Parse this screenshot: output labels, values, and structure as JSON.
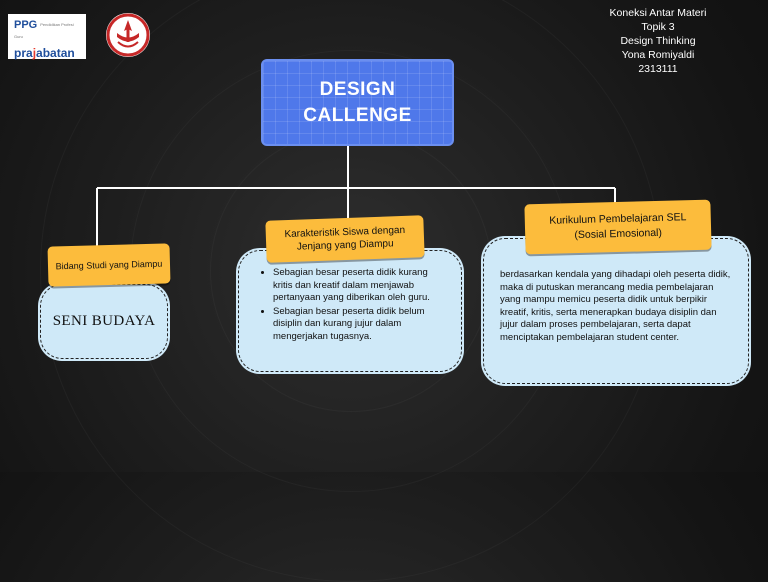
{
  "header_info": {
    "lines": [
      "Koneksi Antar Materi",
      "Topik 3",
      "Design Thinking",
      "Yona Romiyaldi",
      "2313111"
    ]
  },
  "logos": {
    "ppg_line1": "PPG",
    "ppg_line2_a": "pra",
    "ppg_line2_b": "j",
    "ppg_line2_c": "abatan",
    "ppg_small": "Pendidikan Profesi Guru"
  },
  "diagram": {
    "title_line1": "DESIGN",
    "title_line2": "CALLENGE",
    "branches": [
      {
        "label": "Bidang Studi yang Diampu",
        "content": "SENI BUDAYA"
      },
      {
        "label": "Karakteristik Siswa dengan Jenjang yang Diampu",
        "bullets": [
          "Sebagian besar peserta didik kurang kritis dan kreatif dalam menjawab pertanyaan yang diberikan oleh guru.",
          "Sebagian besar peserta didik belum disiplin dan kurang jujur dalam mengerjakan tugasnya."
        ]
      },
      {
        "label_line1": "Kurikulum Pembelajaran SEL",
        "label_line2": "(Sosial Emosional)",
        "content": "berdasarkan kendala yang dihadapi oleh peserta didik, maka di putuskan merancang media pembelajaran yang mampu memicu peserta didik untuk berpikir kreatif, kritis, serta menerapkan budaya disiplin dan jujur dalam proses pembelajaran, serta dapat menciptakan pembelajaran student center."
      }
    ]
  },
  "colors": {
    "title_fill": "#4f78ea",
    "tag_fill": "#fcbc3c",
    "card_fill": "#cfe9f8",
    "connector": "#ffffff"
  }
}
